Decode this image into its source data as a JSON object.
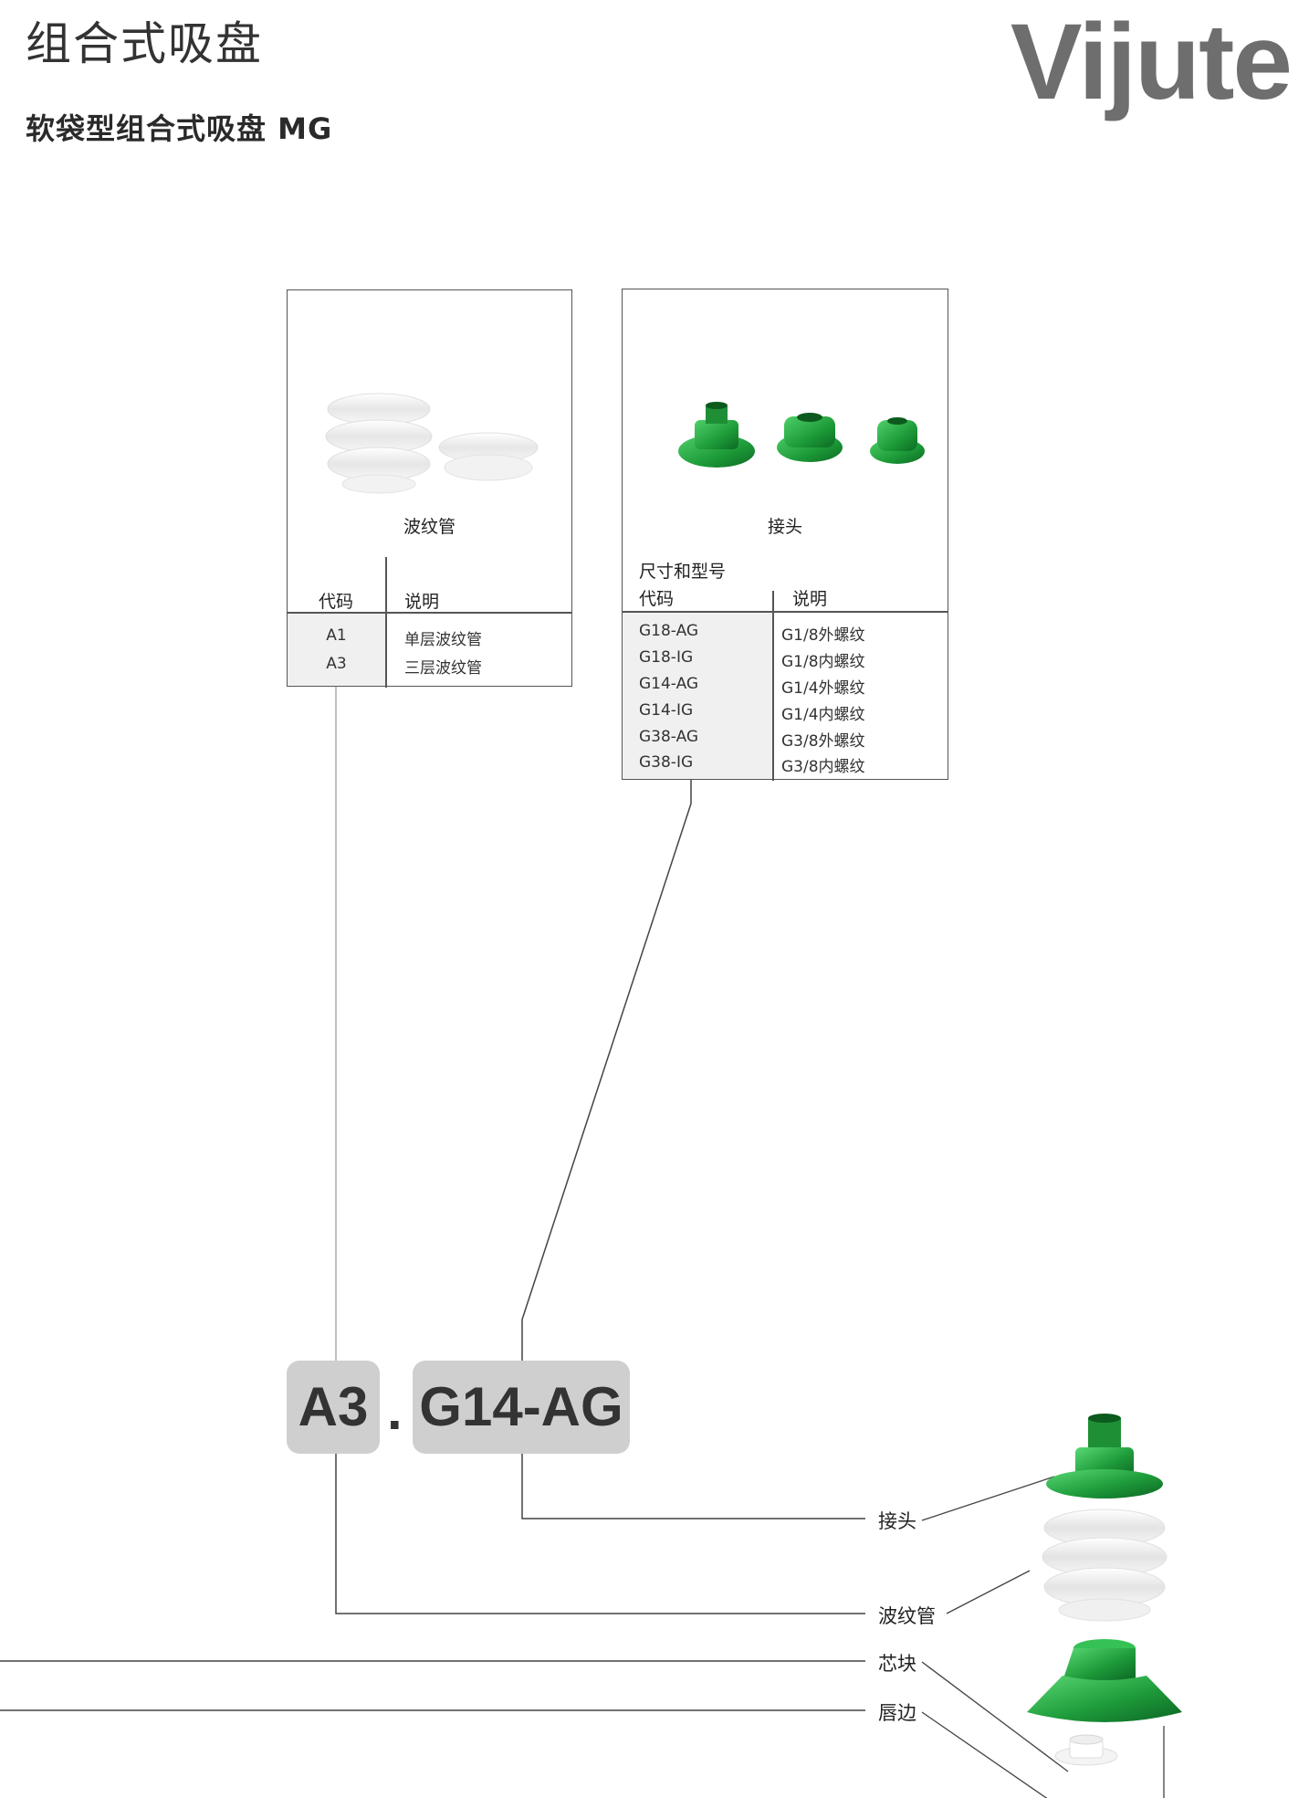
{
  "header": {
    "title": "组合式吸盘",
    "brand": "Vijute",
    "subtitle": "软袋型组合式吸盘 MG"
  },
  "bellows_table": {
    "caption": "波纹管",
    "col_code": "代码",
    "col_desc": "说明",
    "rows": [
      {
        "code": "A1",
        "desc": "单层波纹管"
      },
      {
        "code": "A3",
        "desc": "三层波纹管"
      }
    ]
  },
  "connector_table": {
    "caption": "接头",
    "col_code_line1": "尺寸和型号",
    "col_code_line2": "代码",
    "col_desc": "说明",
    "rows": [
      {
        "code": "G18-AG",
        "desc": "G1/8外螺纹"
      },
      {
        "code": "G18-IG",
        "desc": "G1/8内螺纹"
      },
      {
        "code": "G14-AG",
        "desc": "G1/4外螺纹"
      },
      {
        "code": "G14-IG",
        "desc": "G1/4内螺纹"
      },
      {
        "code": "G38-AG",
        "desc": "G3/8外螺纹"
      },
      {
        "code": "G38-IG",
        "desc": "G3/8内螺纹"
      }
    ]
  },
  "order_code": {
    "part1": "A3",
    "separator": ".",
    "part2": "G14-AG"
  },
  "parts": {
    "connector": "接头",
    "bellows": "波纹管",
    "core": "芯块",
    "lip": "唇边"
  },
  "colors": {
    "green": "#1e9a3c",
    "badge": "#cfcfcf",
    "brand": "#6e6e6e"
  }
}
